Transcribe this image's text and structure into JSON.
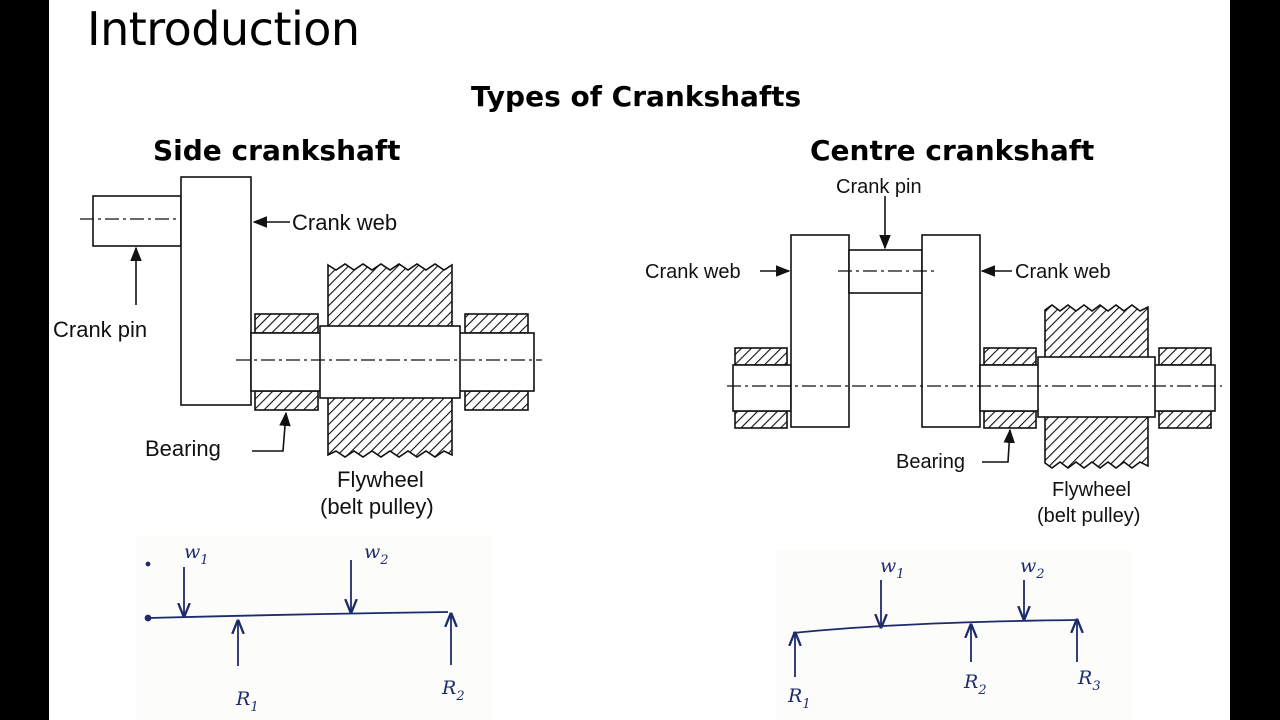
{
  "slide": {
    "title": "Introduction",
    "subtitle": "Types of Crankshafts",
    "left_heading": "Side crankshaft",
    "right_heading": "Centre crankshaft"
  },
  "side_diagram": {
    "crank_web": "Crank web",
    "crank_pin": "Crank pin",
    "bearing": "Bearing",
    "flywheel_1": "Flywheel",
    "flywheel_2": "(belt pulley)"
  },
  "centre_diagram": {
    "crank_pin": "Crank pin",
    "crank_web_left": "Crank web",
    "crank_web_right": "Crank web",
    "bearing": "Bearing",
    "flywheel_1": "Flywheel",
    "flywheel_2": "(belt pulley)"
  },
  "side_sketch": {
    "w": "w",
    "w1_sub": "1",
    "w2_sub": "2",
    "r": "R",
    "r1_sub": "1",
    "r2_sub": "2"
  },
  "centre_sketch": {
    "w": "w",
    "w1_sub": "1",
    "w2_sub": "2",
    "r": "R",
    "r1_sub": "1",
    "r2_sub": "2",
    "r3_sub": "3"
  },
  "colors": {
    "ink": "#1d2b6b",
    "line": "#111111"
  }
}
